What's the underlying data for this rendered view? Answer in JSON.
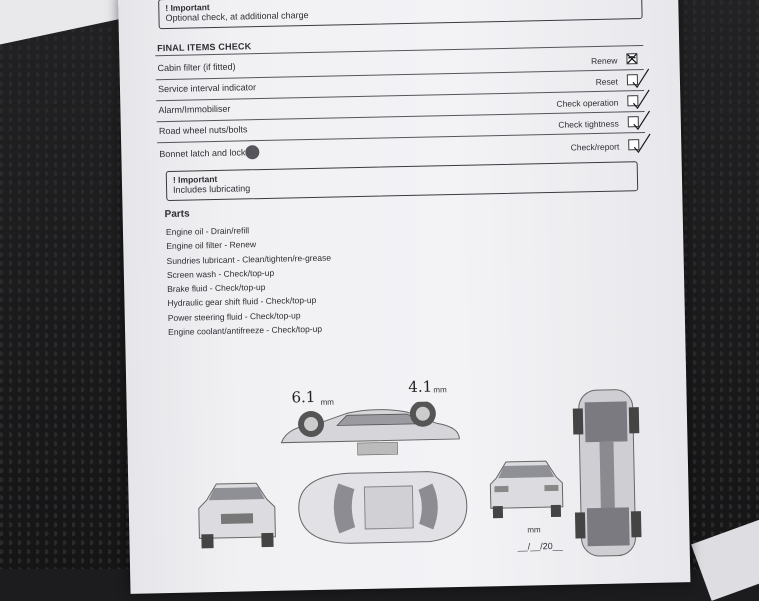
{
  "important_top": {
    "title": "Important",
    "text": "Optional check, at additional charge"
  },
  "section_title": "FINAL ITEMS CHECK",
  "checks": [
    {
      "label": "Cabin filter (if fitted)",
      "action": "Renew",
      "mark": "cross"
    },
    {
      "label": "Service interval indicator",
      "action": "Reset",
      "mark": "tick"
    },
    {
      "label": "Alarm/Immobiliser",
      "action": "Check operation",
      "mark": "tick"
    },
    {
      "label": "Road wheel nuts/bolts",
      "action": "Check tightness",
      "mark": "tick"
    },
    {
      "label": "Bonnet latch and lock",
      "action": "Check/report",
      "mark": "tick"
    }
  ],
  "important_mid": {
    "title": "Important",
    "text": "Includes lubricating"
  },
  "parts_title": "Parts",
  "parts": [
    "Engine oil - Drain/refill",
    "Engine oil filter - Renew",
    "Sundries lubricant - Clean/tighten/re-grease",
    "Screen wash - Check/top-up",
    "Brake fluid - Check/top-up",
    "Hydraulic gear shift fluid - Check/top-up",
    "Power steering fluid - Check/top-up",
    "Engine coolant/antifreeze - Check/top-up"
  ],
  "tread": {
    "front": {
      "value": "6.1",
      "unit": "mm"
    },
    "rear": {
      "value": "4.1",
      "unit": "mm"
    }
  },
  "bottom_unit": "mm",
  "date_field": "__/__/20__",
  "colors": {
    "paper": "#f1f1f4",
    "ink": "#2e2e33",
    "background": "#1c1c1e"
  }
}
